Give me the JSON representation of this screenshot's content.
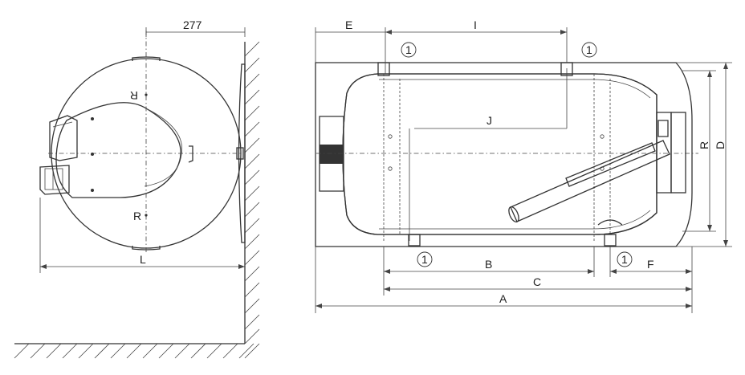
{
  "labels": {
    "side_width": "277",
    "side_length": "L",
    "side_mark_top": "R",
    "side_mark_bottom": "R",
    "E": "E",
    "I": "I",
    "J": "J",
    "B": "B",
    "C": "C",
    "A": "A",
    "F": "F",
    "R": "R",
    "D": "D",
    "callout": "1"
  },
  "colors": {
    "line": "#333333",
    "insulation_fill": "#dcdcdc",
    "flange_fill": "#555555"
  }
}
